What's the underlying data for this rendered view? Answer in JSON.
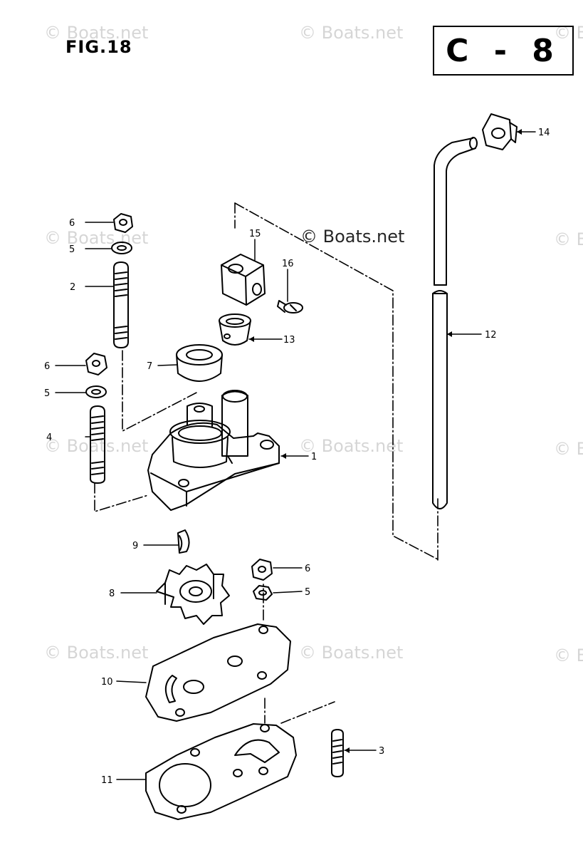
{
  "header": {
    "figure_label": "FIG.18",
    "section_code": "C - 8"
  },
  "watermark": {
    "text": "© Boats.net"
  },
  "callouts": [
    {
      "id": "1",
      "label": "1"
    },
    {
      "id": "2",
      "label": "2"
    },
    {
      "id": "3",
      "label": "3"
    },
    {
      "id": "4",
      "label": "4"
    },
    {
      "id": "5a",
      "label": "5"
    },
    {
      "id": "5b",
      "label": "5"
    },
    {
      "id": "5c",
      "label": "5"
    },
    {
      "id": "6a",
      "label": "6"
    },
    {
      "id": "6b",
      "label": "6"
    },
    {
      "id": "6c",
      "label": "6"
    },
    {
      "id": "7",
      "label": "7"
    },
    {
      "id": "8",
      "label": "8"
    },
    {
      "id": "9",
      "label": "9"
    },
    {
      "id": "10",
      "label": "10"
    },
    {
      "id": "11",
      "label": "11"
    },
    {
      "id": "12",
      "label": "12"
    },
    {
      "id": "13",
      "label": "13"
    },
    {
      "id": "14",
      "label": "14"
    },
    {
      "id": "15",
      "label": "15"
    },
    {
      "id": "16",
      "label": "16"
    }
  ]
}
